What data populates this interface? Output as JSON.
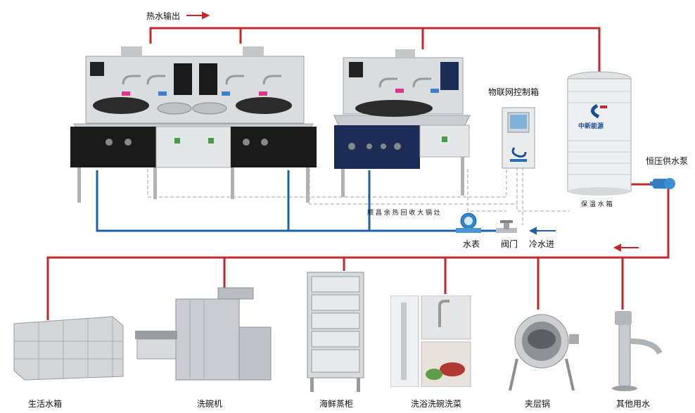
{
  "labels": {
    "hot_water_out": "热水输出",
    "iot_box": "物联网控制箱",
    "pump": "恒压供水泵",
    "insulated_tank": "保 温 水 箱",
    "stove_caption": "顺 昌 余 热 回 收 大 锅 灶",
    "water_meter": "水表",
    "valve": "阀门",
    "cold_in": "冷水进",
    "tank_brand": "中新能源"
  },
  "consumers": [
    {
      "label": "生活水箱"
    },
    {
      "label": "洗碗机"
    },
    {
      "label": "海鲜蒸柜"
    },
    {
      "label": "洗浴洗碗洗菜"
    },
    {
      "label": "夹层锅"
    },
    {
      "label": "其他用水"
    }
  ],
  "colors": {
    "hot_pipe": "#c0282d",
    "cold_pipe": "#1f5fa8",
    "control_line": "#c8c8c8",
    "steel": "#c9ccd0",
    "stove_black": "#1a1a1a",
    "stove_navy": "#1c2d55"
  }
}
